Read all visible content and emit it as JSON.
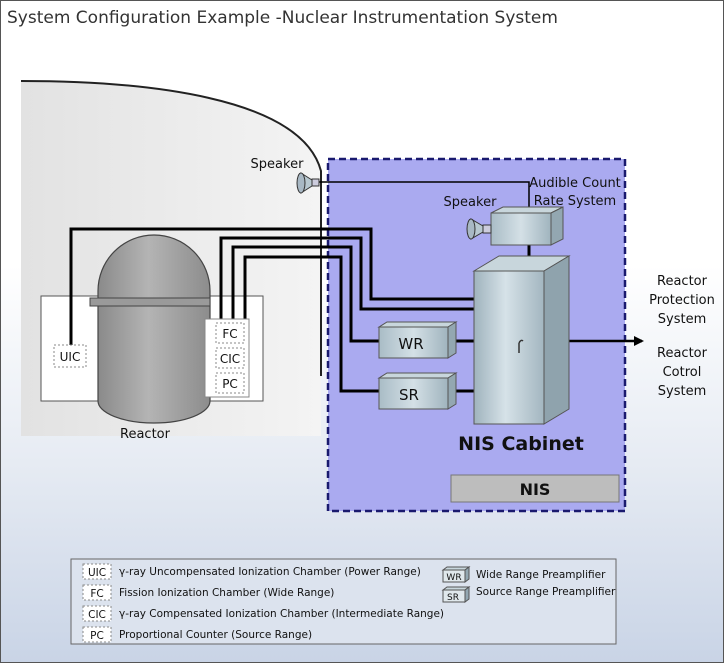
{
  "title": "System Configuration Example -Nuclear Instrumentation System",
  "labels": {
    "speaker_outer": "Speaker",
    "speaker_inner": "Speaker",
    "audible_line1": "Audible Count",
    "audible_line2": "Rate System",
    "reactor": "Reactor",
    "nis_cabinet": "NIS Cabinet",
    "nis_bar": "NIS",
    "wr": "WR",
    "sr": "SR",
    "uic": "UIC",
    "fc": "FC",
    "cic": "CIC",
    "pc": "PC",
    "rps_line1": "Reactor",
    "rps_line2": "Protection",
    "rps_line3": "System",
    "rcs_line1": "Reactor",
    "rcs_line2": "Cotrol",
    "rcs_line3": "System"
  },
  "legend": {
    "detectors": [
      {
        "abbr": "UIC",
        "text": "γ-ray Uncompensated Ionization Chamber (Power Range)"
      },
      {
        "abbr": "FC",
        "text": "Fission Ionization Chamber (Wide Range)"
      },
      {
        "abbr": "CIC",
        "text": "γ-ray Compensated Ionization Chamber (Intermediate Range)"
      },
      {
        "abbr": "PC",
        "text": "Proportional Counter (Source Range)"
      }
    ],
    "preamps": [
      {
        "abbr": "WR",
        "text": "Wide Range Preamplifier"
      },
      {
        "abbr": "SR",
        "text": "Source Range Preamplifier"
      }
    ]
  },
  "colors": {
    "nis_area": "#aaaaf0",
    "nis_border": "#1a1a6e",
    "box_fill": "#b8c8d0",
    "nis_bar": "#bdbdbd"
  }
}
